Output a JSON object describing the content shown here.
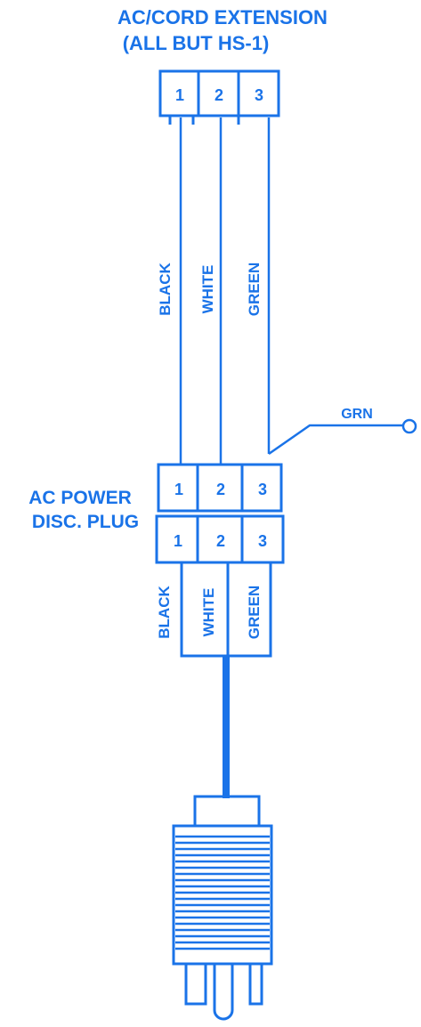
{
  "colors": {
    "ink": "#1a73e8",
    "background": "#ffffff"
  },
  "extension": {
    "title_line1": "AC/CORD EXTENSION",
    "title_line2": "(ALL BUT HS-1)",
    "pins": [
      "1",
      "2",
      "3"
    ],
    "wires": [
      "BLACK",
      "WHITE",
      "GREEN"
    ]
  },
  "ground_lead": {
    "label": "GRN"
  },
  "disconnect_plug": {
    "label_line1": "AC POWER",
    "label_line2": "DISC. PLUG",
    "top_pins": [
      "1",
      "2",
      "3"
    ],
    "bottom_pins": [
      "1",
      "2",
      "3"
    ],
    "wires": [
      "BLACK",
      "WHITE",
      "GREEN"
    ]
  }
}
